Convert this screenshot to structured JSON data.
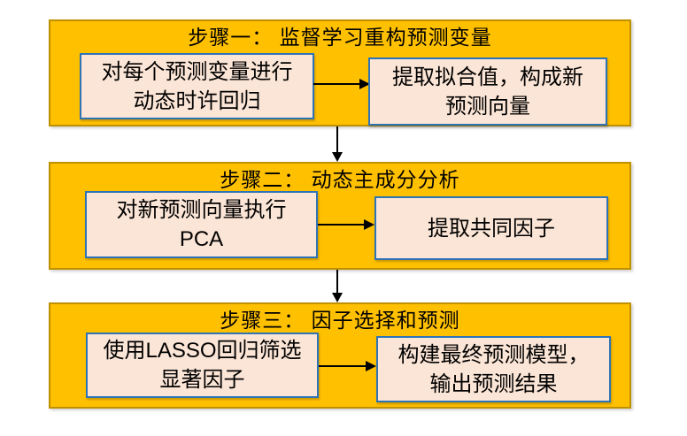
{
  "diagram": {
    "type": "flowchart",
    "colors": {
      "step_fill": "#FFC000",
      "step_border": "#BF9000",
      "box_fill": "#FBE5D6",
      "box_border": "#2E74B5",
      "arrow": "#000000",
      "text": "#000000"
    },
    "steps": [
      {
        "title": "步骤一： 监督学习重构预测变量",
        "left_box": {
          "line1": "对每个预测变量进行",
          "line2": "动态时许回归"
        },
        "right_box": {
          "line1": "提取拟合值，构成新",
          "line2": "预测向量"
        }
      },
      {
        "title": "步骤二： 动态主成分分析",
        "left_box": {
          "line1": "对新预测向量执行",
          "line2": "PCA"
        },
        "right_box": {
          "line1": "提取共同因子",
          "line2": ""
        }
      },
      {
        "title": "步骤三： 因子选择和预测",
        "left_box": {
          "line1": "使用LASSO回归筛选",
          "line2": "显著因子"
        },
        "right_box": {
          "line1": "构建最终预测模型，",
          "line2": "输出预测结果"
        }
      }
    ]
  }
}
